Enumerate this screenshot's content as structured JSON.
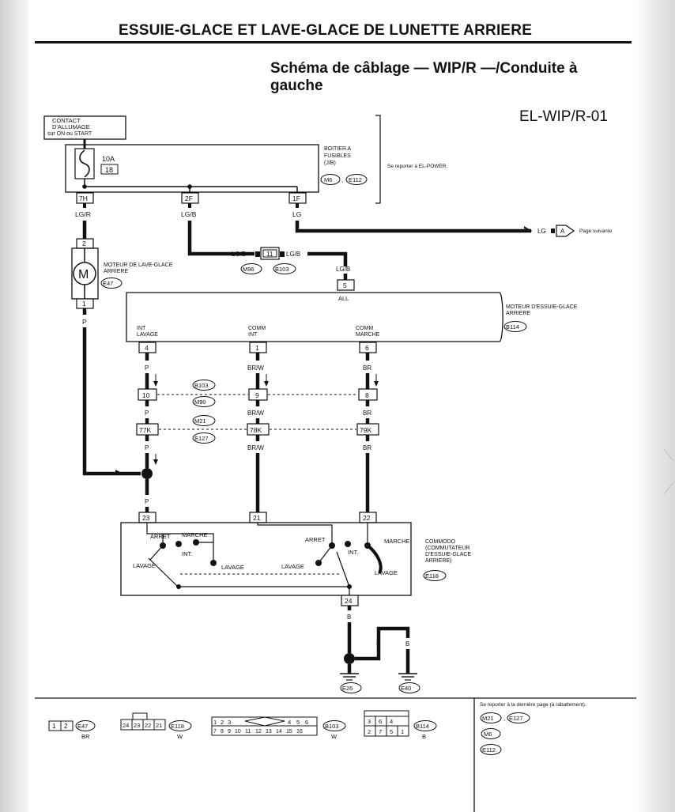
{
  "header": {
    "title": "ESSUIE-GLACE ET LAVE-GLACE DE LUNETTE ARRIERE",
    "subtitle": "Schéma de câblage — WIP/R —/Conduite à gauche",
    "diagram_code": "EL-WIP/R-01"
  },
  "ignition": {
    "line1": "CONTACT",
    "line2": "D'ALLUMAGE",
    "line3": "sur ON ou START"
  },
  "fuse_box": {
    "fuse_rating": "10A",
    "fuse_number": "18",
    "label1": "BOITIER A",
    "label2": "FUSIBLES",
    "label3": "(J/B)",
    "conn1": "M6",
    "conn2": "E112",
    "comma": ",",
    "note": "Se reporter à EL-POWER.",
    "pins": [
      "7H",
      "2F",
      "1F"
    ]
  },
  "wires": {
    "lgr": "LG/R",
    "lgb": "LG/B",
    "lg": "LG",
    "p": "P",
    "brw": "BR/W",
    "br": "BR",
    "b": "B"
  },
  "continuation": {
    "wire": "LG",
    "letter": "A",
    "text": "Page suivante"
  },
  "junction_m96": {
    "pin": "11",
    "conn1": "M96",
    "conn2": "B103",
    "left_wire": "LG/B",
    "right_wire": "LG/B"
  },
  "washer_motor": {
    "line1": "MOTEUR DE LAVE-GLACE",
    "line2": "ARRIERE",
    "conn": "E47",
    "pin_top": "2",
    "pin_bottom": "1",
    "symbol": "M"
  },
  "wiper_motor": {
    "line1": "MOTEUR D'ESSUIE-GLACE",
    "line2": "ARRIERE",
    "conn": "B114",
    "pin5": "5",
    "all": "ALL",
    "terminals": [
      {
        "line1": "INT",
        "line2": "LAVAGE",
        "pin": "4"
      },
      {
        "line1": "COMM",
        "line2": "INT",
        "pin": "1"
      },
      {
        "line1": "COMM",
        "line2": "MARCHE",
        "pin": "6"
      }
    ]
  },
  "connector_row1": {
    "conn1": "B103",
    "conn2": "M90",
    "pins": [
      "10",
      "9",
      "8"
    ]
  },
  "connector_row2": {
    "conn1": "M21",
    "conn2": "E127",
    "pins": [
      "77K",
      "78K",
      "79K"
    ]
  },
  "combi_switch": {
    "pins": [
      "23",
      "21",
      "22",
      "24"
    ],
    "arret": "ARRET",
    "marche": "MARCHE",
    "int": "INT.",
    "lavage": "LAVAGE",
    "label1": "COMMODO",
    "label2": "(COMMUTATEUR",
    "label3": "D'ESSUIE-GLACE",
    "label4": "ARRIERE)",
    "conn": "E118"
  },
  "grounds": [
    "E26",
    "E40"
  ],
  "legend": {
    "e47_pins": [
      "1",
      "2"
    ],
    "e47": "E47",
    "e47_color": "BR",
    "e118_pins": [
      "24",
      "23",
      "22",
      "21"
    ],
    "e118": "E118",
    "e118_color": "W",
    "b103_top": [
      "1",
      "2",
      "3",
      "4",
      "5",
      "6"
    ],
    "b103_bottom": [
      "7",
      "8",
      "9",
      "10",
      "11",
      "12",
      "13",
      "14",
      "15",
      "16"
    ],
    "b103": "B103",
    "b103_color": "W",
    "b114_top": [
      "3",
      "6",
      "4"
    ],
    "b114_bottom": [
      "2",
      "7",
      "5",
      "1"
    ],
    "b114": "B114",
    "b114_color": "B",
    "note": "Se reporter à la dernière page (à rabattement).",
    "refs": [
      "M21",
      "E127",
      "M6",
      "E112"
    ]
  }
}
